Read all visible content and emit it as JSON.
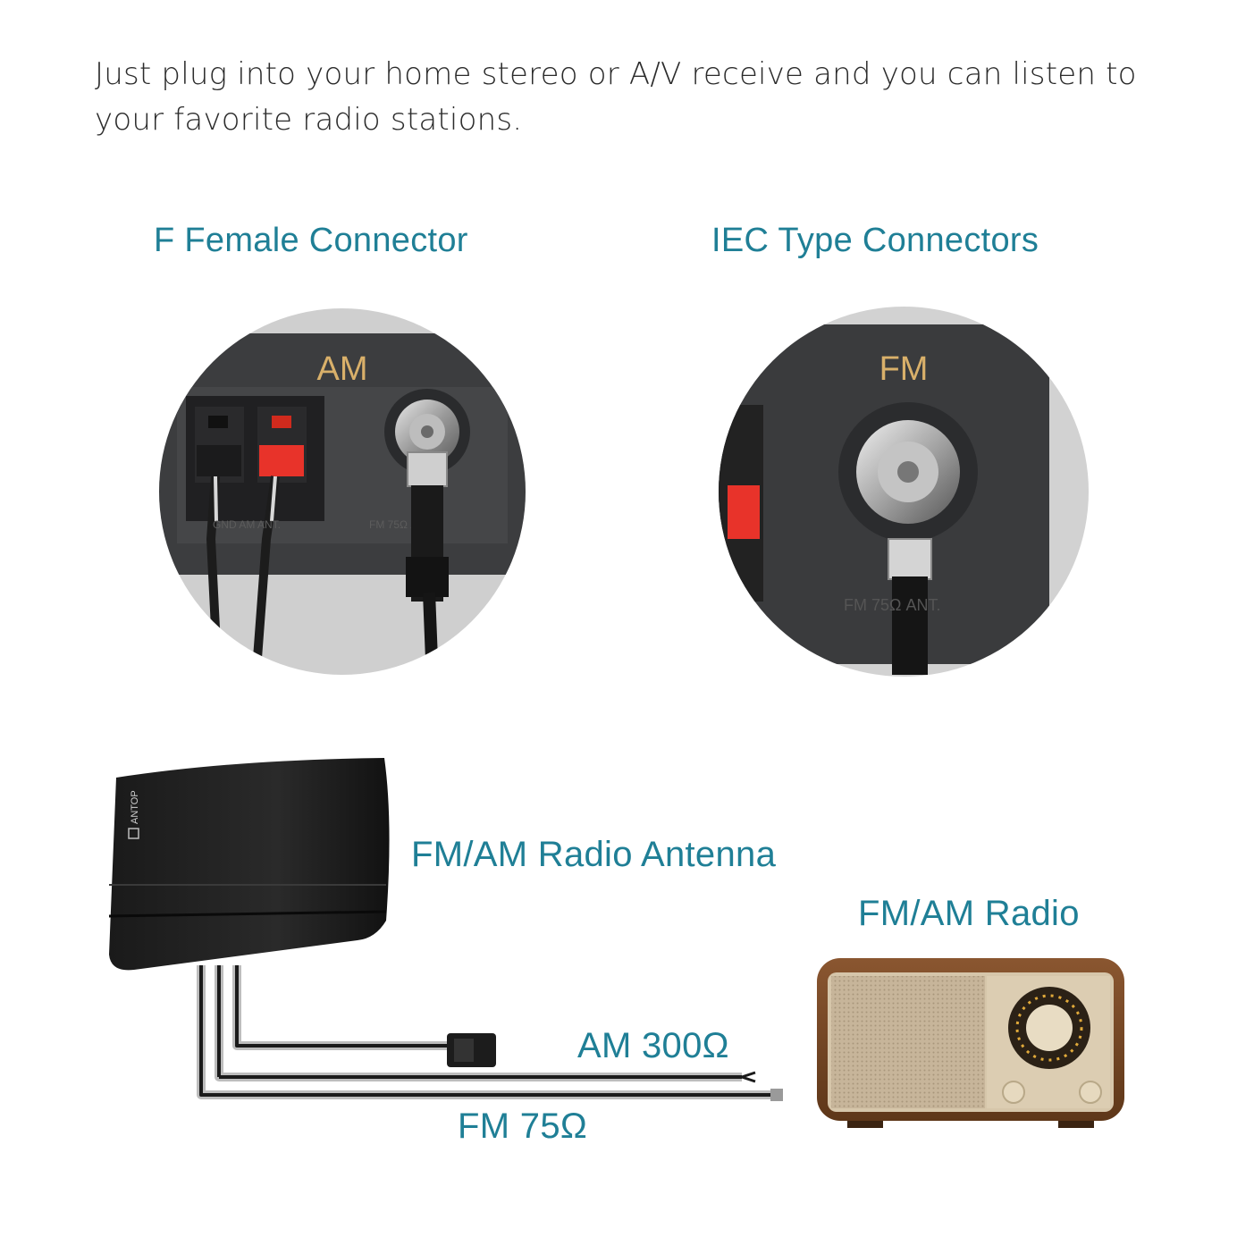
{
  "intro": {
    "line1": "Just plug into your home stereo or A/V receive and you can listen to",
    "line2": "your favorite radio stations."
  },
  "connectors": {
    "left_heading": "F Female Connector",
    "right_heading": "IEC Type Connectors",
    "left_panel_label": "AM",
    "right_panel_label": "FM"
  },
  "antenna": {
    "label": "FM/AM Radio Antenna",
    "brand": "ANTOP"
  },
  "radio": {
    "label": "FM/AM Radio"
  },
  "cables": {
    "am_label": "AM 300Ω",
    "fm_label": "FM 75Ω"
  },
  "colors": {
    "accent": "#1f7f96",
    "panel_label": "#d9b06a",
    "panel_dark": "#3a3b3d",
    "wood": "#7a4a2a"
  }
}
